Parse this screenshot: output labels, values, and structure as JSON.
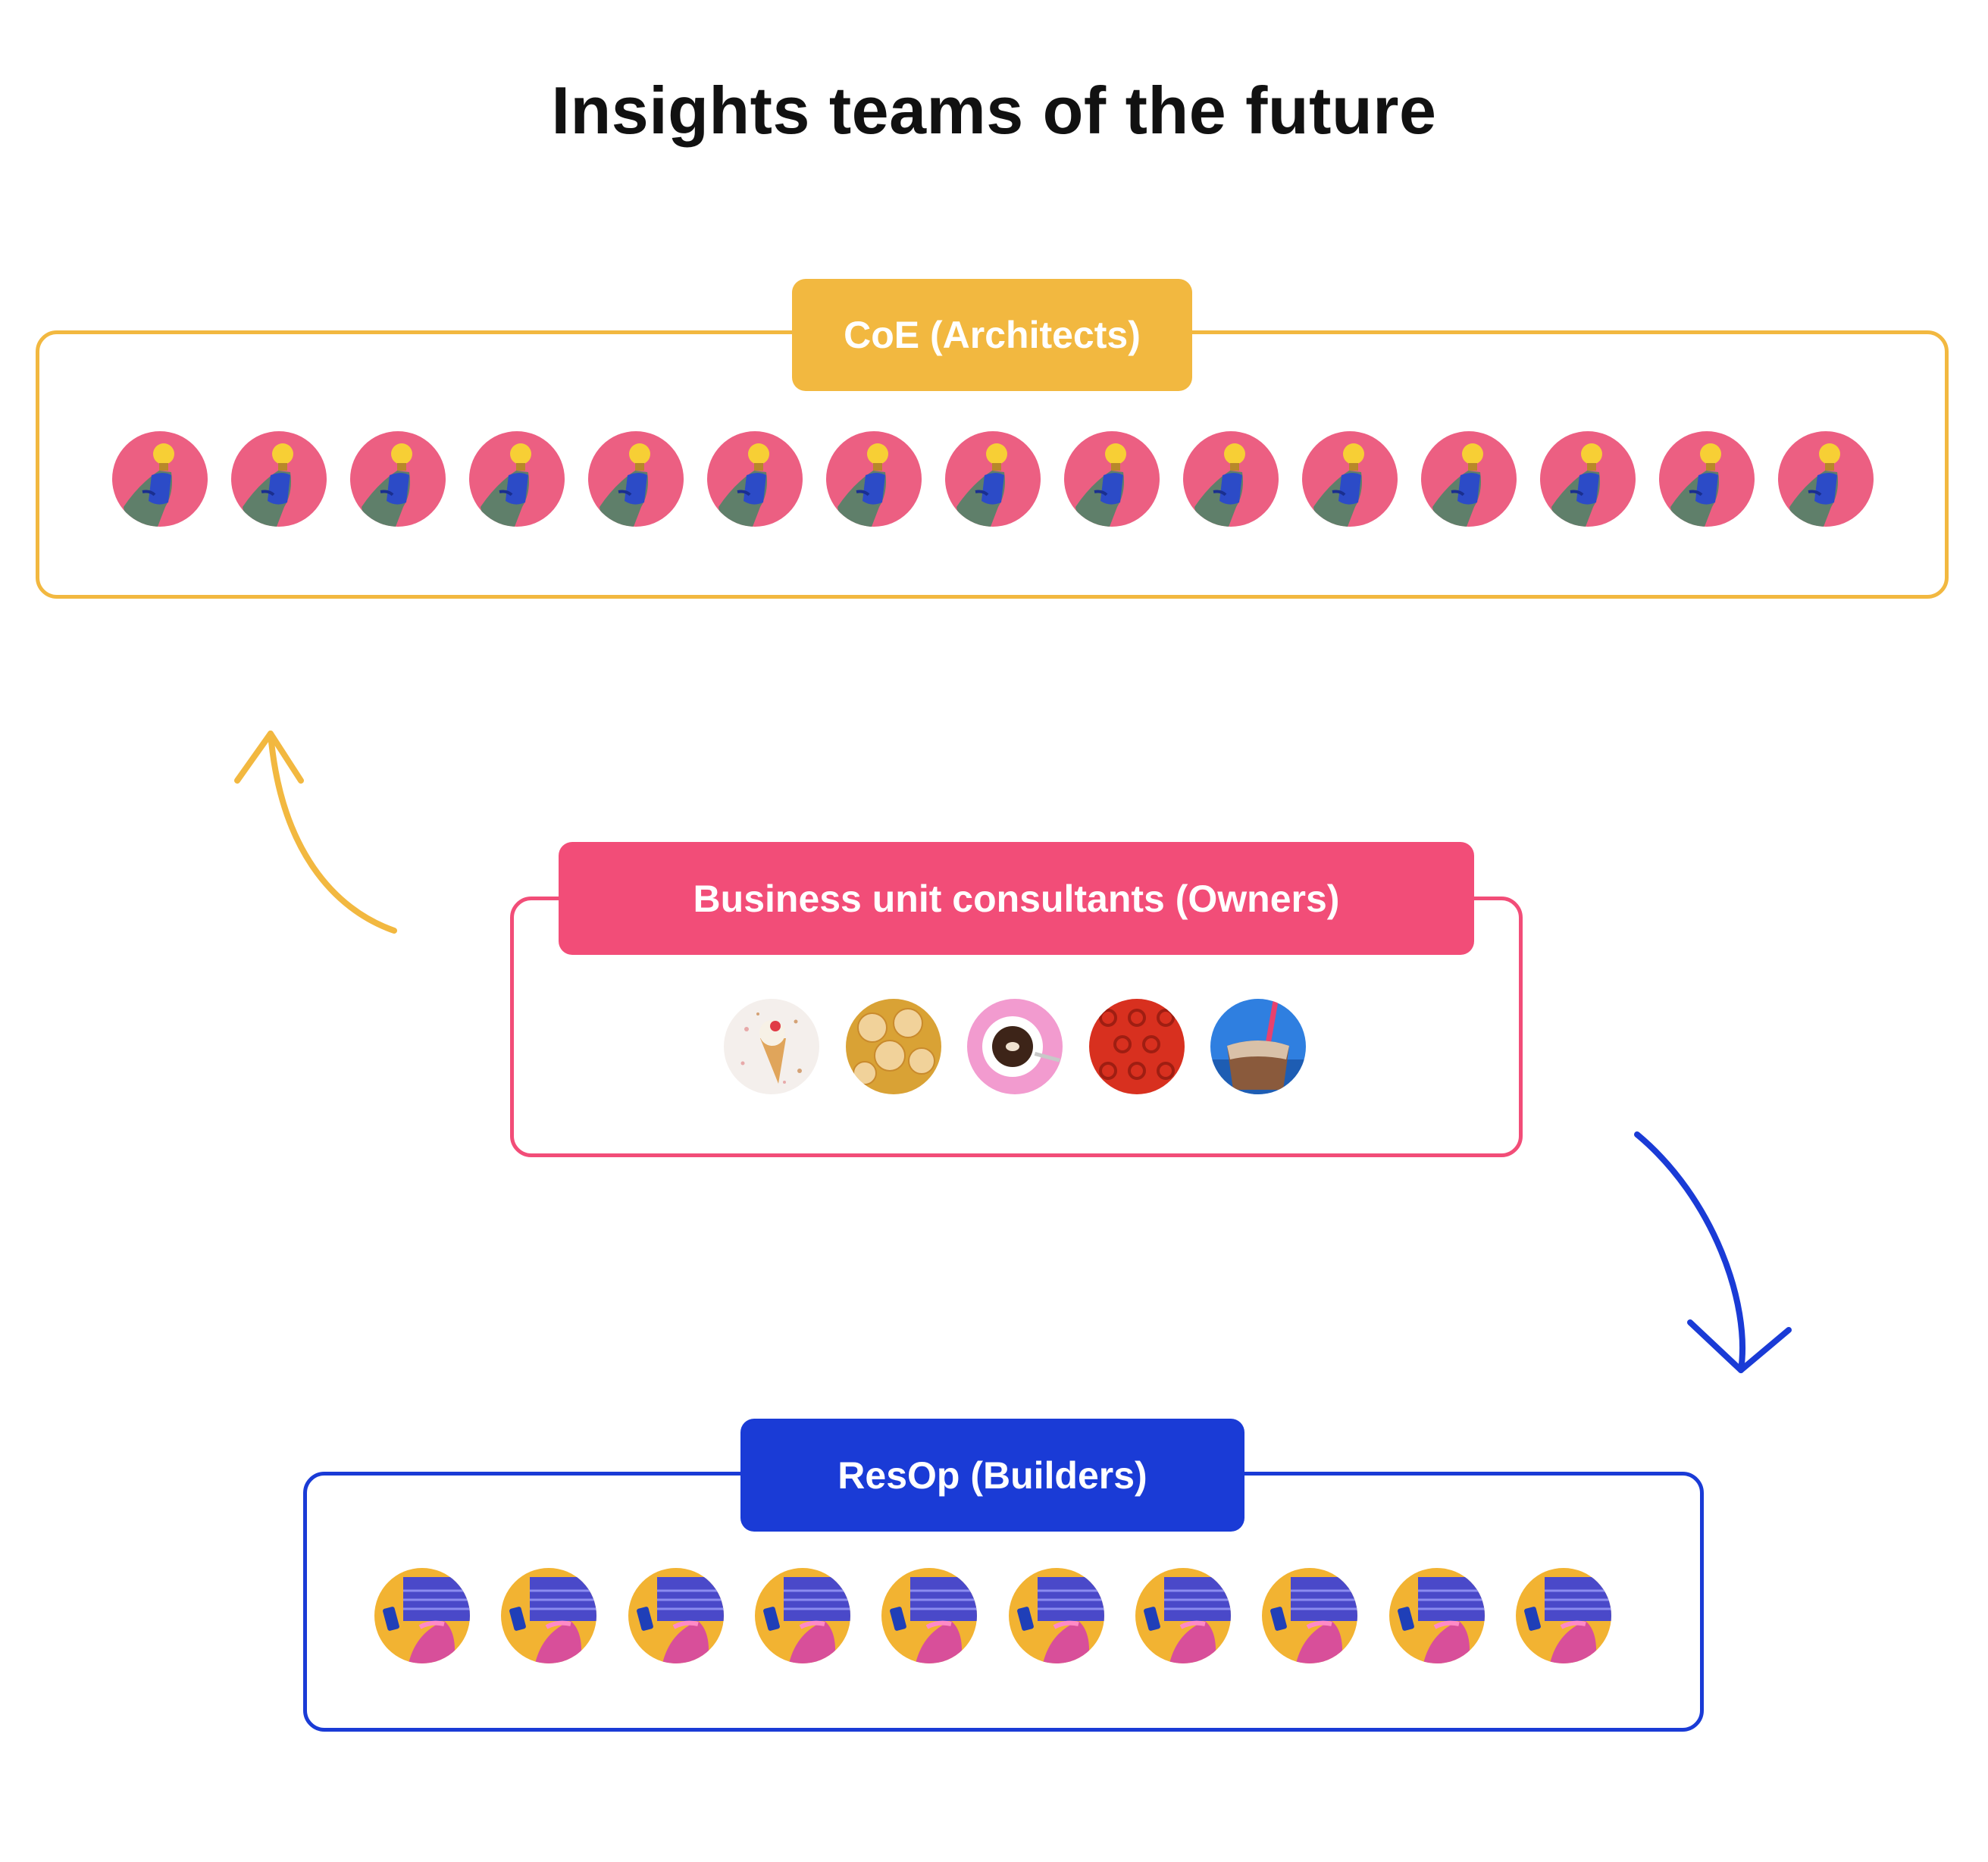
{
  "title": "Insights teams of the future",
  "groups": {
    "coe": {
      "label": "CoE (Architects)",
      "color": "#f2b840",
      "avatar_count": 15,
      "avatar_style": "lightbulb-hand-on-pink"
    },
    "business_unit": {
      "label": "Business unit consultants (Owners)",
      "color": "#f24d78",
      "avatars": [
        "ice-cream-cone",
        "crackers",
        "coffee-cup",
        "pretzels",
        "iced-drink"
      ]
    },
    "resop": {
      "label": "ResOp (Builders)",
      "color": "#1a3bd6",
      "avatar_count": 10,
      "avatar_style": "laptop-hands-on-yellow"
    }
  },
  "arrows": [
    {
      "name": "arrow-to-coe",
      "color": "#f2b840",
      "direction": "up"
    },
    {
      "name": "arrow-to-resop",
      "color": "#1a3bd6",
      "direction": "down"
    }
  ]
}
